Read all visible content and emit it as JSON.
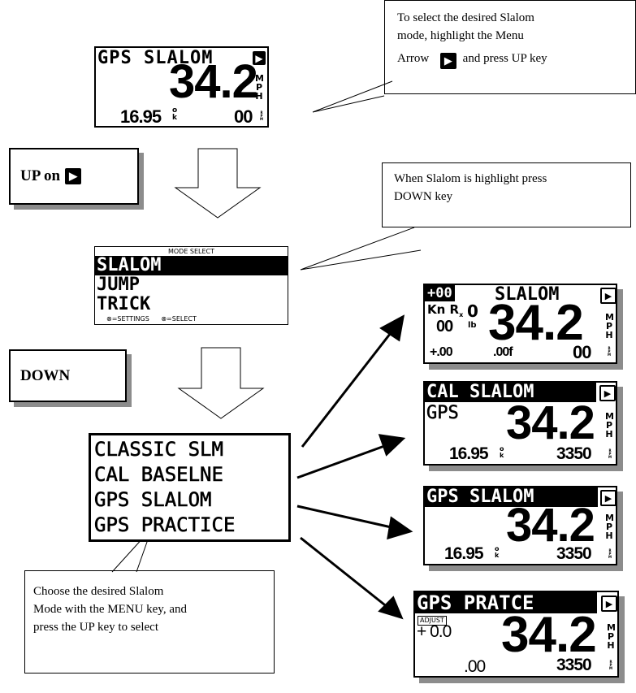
{
  "top_display": {
    "title": "GPS SLALOM",
    "speed": "34.2",
    "unit": [
      "M",
      "P",
      "H"
    ],
    "temp": "16.95",
    "temp_unit_a": "o",
    "temp_unit_b": "k",
    "rpm": "00",
    "rpm_unit": "RPM"
  },
  "callout_top": {
    "line1": "To select the desired Slalom",
    "line2": "mode, highlight the Menu",
    "line3_a": "Arrow",
    "line3_b": "and press UP key"
  },
  "step_up": {
    "text": "UP on"
  },
  "callout_mid": {
    "line1": "When Slalom is highlight press",
    "line2": "DOWN key"
  },
  "mode_select": {
    "header": "MODE SELECT",
    "items": [
      "SLALOM",
      "JUMP",
      "TRICK"
    ],
    "footer_left": "=SETTINGS",
    "footer_right": "=SELECT"
  },
  "step_down": {
    "text": "DOWN"
  },
  "mode_list": {
    "items": [
      "CLASSIC SLM",
      "CAL BASELNE",
      "GPS SLALOM",
      "GPS PRACTICE"
    ]
  },
  "callout_bottom": {
    "line1": "Choose the desired Slalom",
    "line2": "Mode with the MENU key, and",
    "line3": "press the UP key to select"
  },
  "screen_classic": {
    "offset": "+00",
    "title": "SLALOM",
    "kn": "Kn",
    "r": "R",
    "sub_r": "x",
    "zero": "0",
    "lb_value": "00",
    "lb_unit": "lb",
    "speed": "34.2",
    "bottom_left": "+.00",
    "bottom_mid": ".00f",
    "rpm": "00"
  },
  "screen_cal": {
    "title": "CAL SLALOM",
    "sub": "GPS",
    "speed": "34.2",
    "temp": "16.95",
    "rpm": "3350"
  },
  "screen_gps": {
    "title": "GPS SLALOM",
    "speed": "34.2",
    "temp": "16.95",
    "rpm": "3350"
  },
  "screen_practice": {
    "title": "GPS PRATCE",
    "adjust_label": "ADJUST",
    "adjust_value": "+ 0.0",
    "speed": "34.2",
    "bottom_left": ".00",
    "rpm": "3350"
  },
  "colors": {
    "shadow": "#8c8c8c",
    "ink": "#000000",
    "background": "#ffffff"
  }
}
